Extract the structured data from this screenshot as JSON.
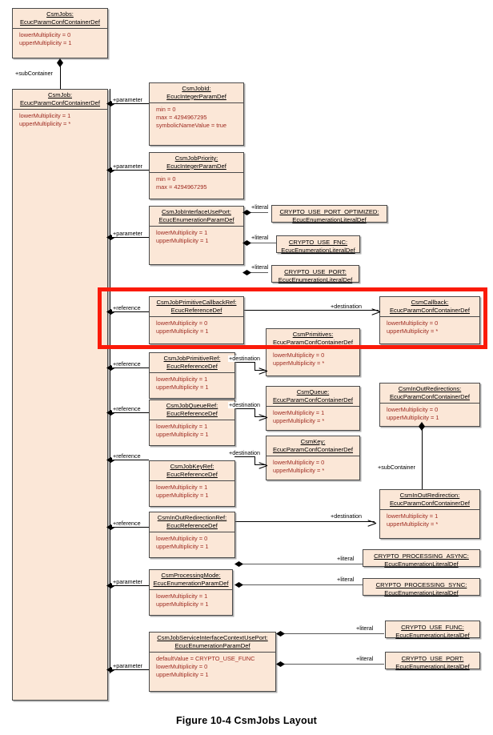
{
  "figure": {
    "caption": "Figure 10-4 CsmJobs Layout"
  },
  "nodes": {
    "csm_jobs": {
      "name": "CsmJobs:",
      "stereotype": "EcucParamConfContainerDef",
      "attrs": [
        "lowerMultiplicity = 0",
        "upperMultiplicity = 1"
      ]
    },
    "csm_job": {
      "name": "CsmJob:",
      "stereotype": "EcucParamConfContainerDef",
      "attrs": [
        "lowerMultiplicity = 1",
        "upperMultiplicity = *"
      ]
    },
    "csm_job_id": {
      "name": "CsmJobId:",
      "stereotype": "EcucIntegerParamDef",
      "attrs": [
        "min = 0",
        "max = 4294967295",
        "symbolicNameValue = true"
      ]
    },
    "csm_job_priority": {
      "name": "CsmJobPriority:",
      "stereotype": "EcucIntegerParamDef",
      "attrs": [
        "min = 0",
        "max = 4294967295"
      ]
    },
    "csm_job_iface_port": {
      "name": "CsmJobInterfaceUsePort:",
      "stereotype": "EcucEnumerationParamDef",
      "attrs": [
        "lowerMultiplicity = 1",
        "upperMultiplicity = 1"
      ]
    },
    "lit_use_port_opt": {
      "name": "CRYPTO_USE_PORT_OPTIMIZED:",
      "stereotype": "EcucEnumerationLiteralDef",
      "attrs": []
    },
    "lit_use_fnc": {
      "name": "CRYPTO_USE_FNC:",
      "stereotype": "EcucEnumerationLiteralDef",
      "attrs": []
    },
    "lit_use_port": {
      "name": "CRYPTO_USE_PORT:",
      "stereotype": "EcucEnumerationLiteralDef",
      "attrs": []
    },
    "csm_job_prim_cb_ref": {
      "name": "CsmJobPrimitiveCallbackRef:",
      "stereotype": "EcucReferenceDef",
      "attrs": [
        "lowerMultiplicity = 0",
        "upperMultiplicity = 1"
      ]
    },
    "csm_callback": {
      "name": "CsmCallback:",
      "stereotype": "EcucParamConfContainerDef",
      "attrs": [
        "lowerMultiplicity = 0",
        "upperMultiplicity = *"
      ]
    },
    "csm_primitives": {
      "name": "CsmPrimitives:",
      "stereotype": "EcucParamConfContainerDef",
      "attrs": [
        "lowerMultiplicity = 0",
        "upperMultiplicity = *"
      ]
    },
    "csm_job_prim_ref": {
      "name": "CsmJobPrimitiveRef:",
      "stereotype": "EcucReferenceDef",
      "attrs": [
        "lowerMultiplicity = 1",
        "upperMultiplicity = 1"
      ]
    },
    "csm_queue": {
      "name": "CsmQueue:",
      "stereotype": "EcucParamConfContainerDef",
      "attrs": [
        "lowerMultiplicity = 1",
        "upperMultiplicity = *"
      ]
    },
    "csm_job_queue_ref": {
      "name": "CsmJobQueueRef:",
      "stereotype": "EcucReferenceDef",
      "attrs": [
        "lowerMultiplicity = 1",
        "upperMultiplicity = 1"
      ]
    },
    "csm_key": {
      "name": "CsmKey:",
      "stereotype": "EcucParamConfContainerDef",
      "attrs": [
        "lowerMultiplicity = 0",
        "upperMultiplicity = *"
      ]
    },
    "csm_job_key_ref": {
      "name": "CsmJobKeyRef:",
      "stereotype": "EcucReferenceDef",
      "attrs": [
        "lowerMultiplicity = 1",
        "upperMultiplicity = 1"
      ]
    },
    "csm_inout_redirs": {
      "name": "CsmInOutRedirections:",
      "stereotype": "EcucParamConfContainerDef",
      "attrs": [
        "lowerMultiplicity = 0",
        "upperMultiplicity = 1"
      ]
    },
    "csm_inout_redir": {
      "name": "CsmInOutRedirection:",
      "stereotype": "EcucParamConfContainerDef",
      "attrs": [
        "lowerMultiplicity = 1",
        "upperMultiplicity = *"
      ]
    },
    "csm_inout_redir_ref": {
      "name": "CsmInOutRedirectionRef:",
      "stereotype": "EcucReferenceDef",
      "attrs": [
        "lowerMultiplicity = 0",
        "upperMultiplicity = 1"
      ]
    },
    "csm_processing_mode": {
      "name": "CsmProcessingMode:",
      "stereotype": "EcucEnumerationParamDef",
      "attrs": [
        "lowerMultiplicity = 1",
        "upperMultiplicity = 1"
      ]
    },
    "lit_proc_async": {
      "name": "CRYPTO_PROCESSING_ASYNC:",
      "stereotype": "EcucEnumerationLiteralDef",
      "attrs": []
    },
    "lit_proc_sync": {
      "name": "CRYPTO_PROCESSING_SYNC:",
      "stereotype": "EcucEnumerationLiteralDef",
      "attrs": []
    },
    "csm_job_svc_ctx": {
      "name": "CsmJobServiceInterfaceContextUsePort:",
      "stereotype": "EcucEnumerationParamDef",
      "attrs": [
        "defaultValue = CRYPTO_USE_FUNC",
        "lowerMultiplicity = 0",
        "upperMultiplicity = 1"
      ]
    },
    "lit_use_func2": {
      "name": "CRYPTO_USE_FUNC:",
      "stereotype": "EcucEnumerationLiteralDef",
      "attrs": []
    },
    "lit_use_port2": {
      "name": "CRYPTO_USE_PORT:",
      "stereotype": "EcucEnumerationLiteralDef",
      "attrs": []
    }
  },
  "roles": {
    "sub_container": "+subContainer",
    "sub_container_2": "+subContainer",
    "parameter_1": "+parameter",
    "parameter_2": "+parameter",
    "parameter_3": "+parameter",
    "parameter_4": "+parameter",
    "parameter_5": "+parameter",
    "reference_1": "+reference",
    "reference_2": "+reference",
    "reference_3": "+reference",
    "reference_4": "+reference",
    "reference_5": "+reference",
    "literal_1": "+literal",
    "literal_2": "+literal",
    "literal_3": "+literal",
    "literal_4": "+literal",
    "literal_5": "+literal",
    "literal_6": "+literal",
    "literal_7": "+literal",
    "destination_1": "+destination",
    "destination_2": "+destination",
    "destination_3": "+destination",
    "destination_4": "+destination",
    "destination_5": "+destination"
  },
  "colors": {
    "box_fill": "#fbe7d7",
    "box_border": "#4a4a4a",
    "attr_text": "#9e2a20",
    "highlight": "#fb1a09"
  }
}
